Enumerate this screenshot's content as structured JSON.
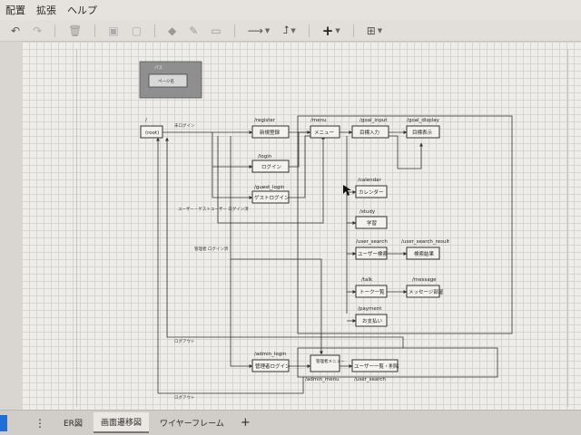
{
  "menu": [
    "配置",
    "拡張",
    "ヘルプ"
  ],
  "toolbar_icons": [
    "undo-icon",
    "redo-icon",
    "delete-icon",
    "to-front-icon",
    "to-back-icon",
    "fill-color-icon",
    "line-color-icon",
    "shadow-icon",
    "connection-icon",
    "waypoints-icon",
    "insert-icon",
    "table-icon"
  ],
  "tabs": [
    {
      "label": "ER図",
      "active": false
    },
    {
      "label": "画面遷移図",
      "active": true
    },
    {
      "label": "ワイヤーフレーム",
      "active": false
    }
  ],
  "tab_add": "+",
  "tab_menu": "⋮",
  "diagram": {
    "legend": {
      "title": "パス",
      "box": "ページ名"
    },
    "nodes": {
      "root": {
        "path": "/",
        "label": "(root)"
      },
      "register": {
        "path": "/register",
        "label": "新規登録"
      },
      "login": {
        "path": "/login",
        "label": "ログイン"
      },
      "guest": {
        "path": "/guest_login",
        "label": "ゲストログイン"
      },
      "menu": {
        "path": "/menu",
        "label": "メニュー"
      },
      "goal_input": {
        "path": "/goal_input",
        "label": "目標入力"
      },
      "goal_display": {
        "path": "/goal_display",
        "label": "目標表示"
      },
      "calendar": {
        "path": "/calendar",
        "label": "カレンダー"
      },
      "study": {
        "path": "/study",
        "label": "学習"
      },
      "user_search": {
        "path": "/user_search",
        "label": "ユーザー検索"
      },
      "user_search_result": {
        "path": "/user_search_result",
        "label": "検索結果"
      },
      "talk": {
        "path": "/talk",
        "label": "トーク一覧"
      },
      "message": {
        "path": "/message",
        "label": "メッセージ部屋"
      },
      "payment": {
        "path": "/payment",
        "label": "お支払い"
      },
      "admin_login": {
        "path": "/admin_login",
        "label": "管理者ログイン"
      },
      "admin_menu": {
        "path": "/admin_menu",
        "label": "管理者メニュー"
      },
      "user_list": {
        "path": "/user_search",
        "label": "ユーザー一覧・削除"
      }
    },
    "edge_labels": {
      "not_logged_in": "未ログイン",
      "user_guest": "ユーザー・ゲストユーザー ログイン済",
      "admin": "管理者 ログイン済",
      "logout1": "ログアウト",
      "logout2": "ログアウト"
    }
  }
}
